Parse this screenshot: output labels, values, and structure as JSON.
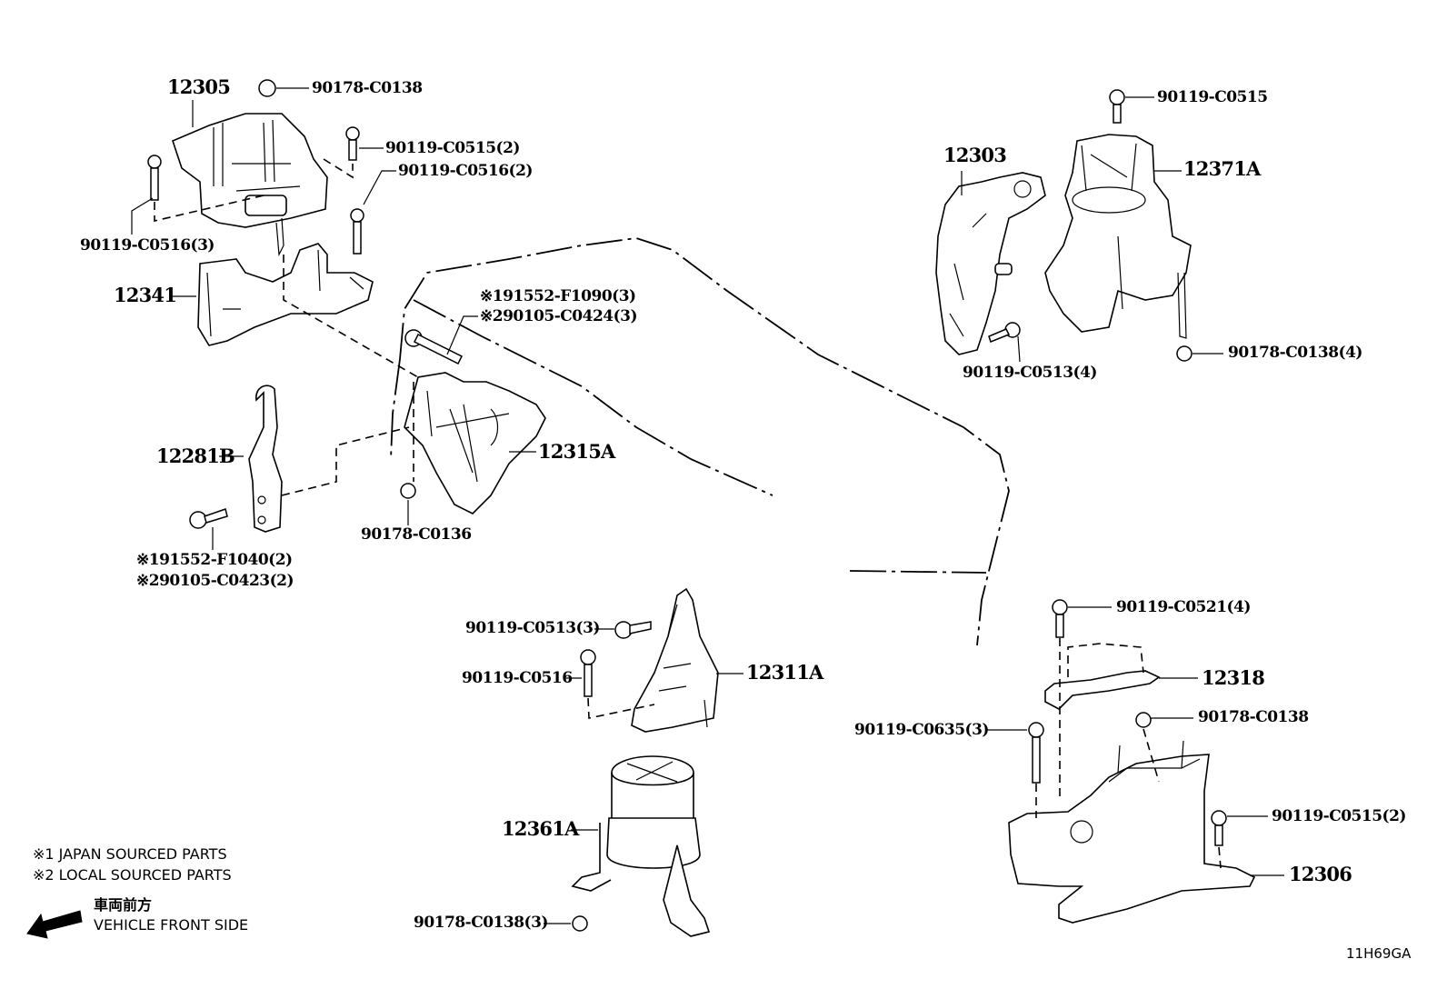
{
  "diagram": {
    "title_code": "11H69GA",
    "part_labels": {
      "p12305": "12305",
      "p12341": "12341",
      "p12281B": "12281B",
      "p12315A": "12315A",
      "p12303": "12303",
      "p12371A": "12371A",
      "p12311A": "12311A",
      "p12361A": "12361A",
      "p12318": "12318",
      "p12306": "12306"
    },
    "fastener_labels": {
      "f_tl_nut": "90178-C0138",
      "f_tl_bolt_a": "90119-C0515(2)",
      "f_tl_bolt_b": "90119-C0516(2)",
      "f_tl_bolt_c": "90119-C0516(3)",
      "f_center_1": "※191552-F1090(3)",
      "f_center_2": "※290105-C0424(3)",
      "f_center_nut": "90178-C0136",
      "f_left_1": "※191552-F1040(2)",
      "f_left_2": "※290105-C0423(2)",
      "f_tr_bolt": "90119-C0515",
      "f_tr_bolt_b": "90119-C0513(4)",
      "f_tr_nut": "90178-C0138(4)",
      "f_mid_bolt_a": "90119-C0513(3)",
      "f_mid_bolt_b": "90119-C0516",
      "f_mid_nut": "90178-C0138(3)",
      "f_br_bolt_a": "90119-C0521(4)",
      "f_br_nut": "90178-C0138",
      "f_br_bolt_b": "90119-C0635(3)",
      "f_br_bolt_c": "90119-C0515(2)"
    },
    "legend": {
      "note1": "※1 JAPAN SOURCED PARTS",
      "note2": "※2 LOCAL SOURCED PARTS",
      "direction_jp": "車両前方",
      "direction_en": "VEHICLE FRONT SIDE",
      "arrow_icon": "left-arrow-icon"
    }
  }
}
